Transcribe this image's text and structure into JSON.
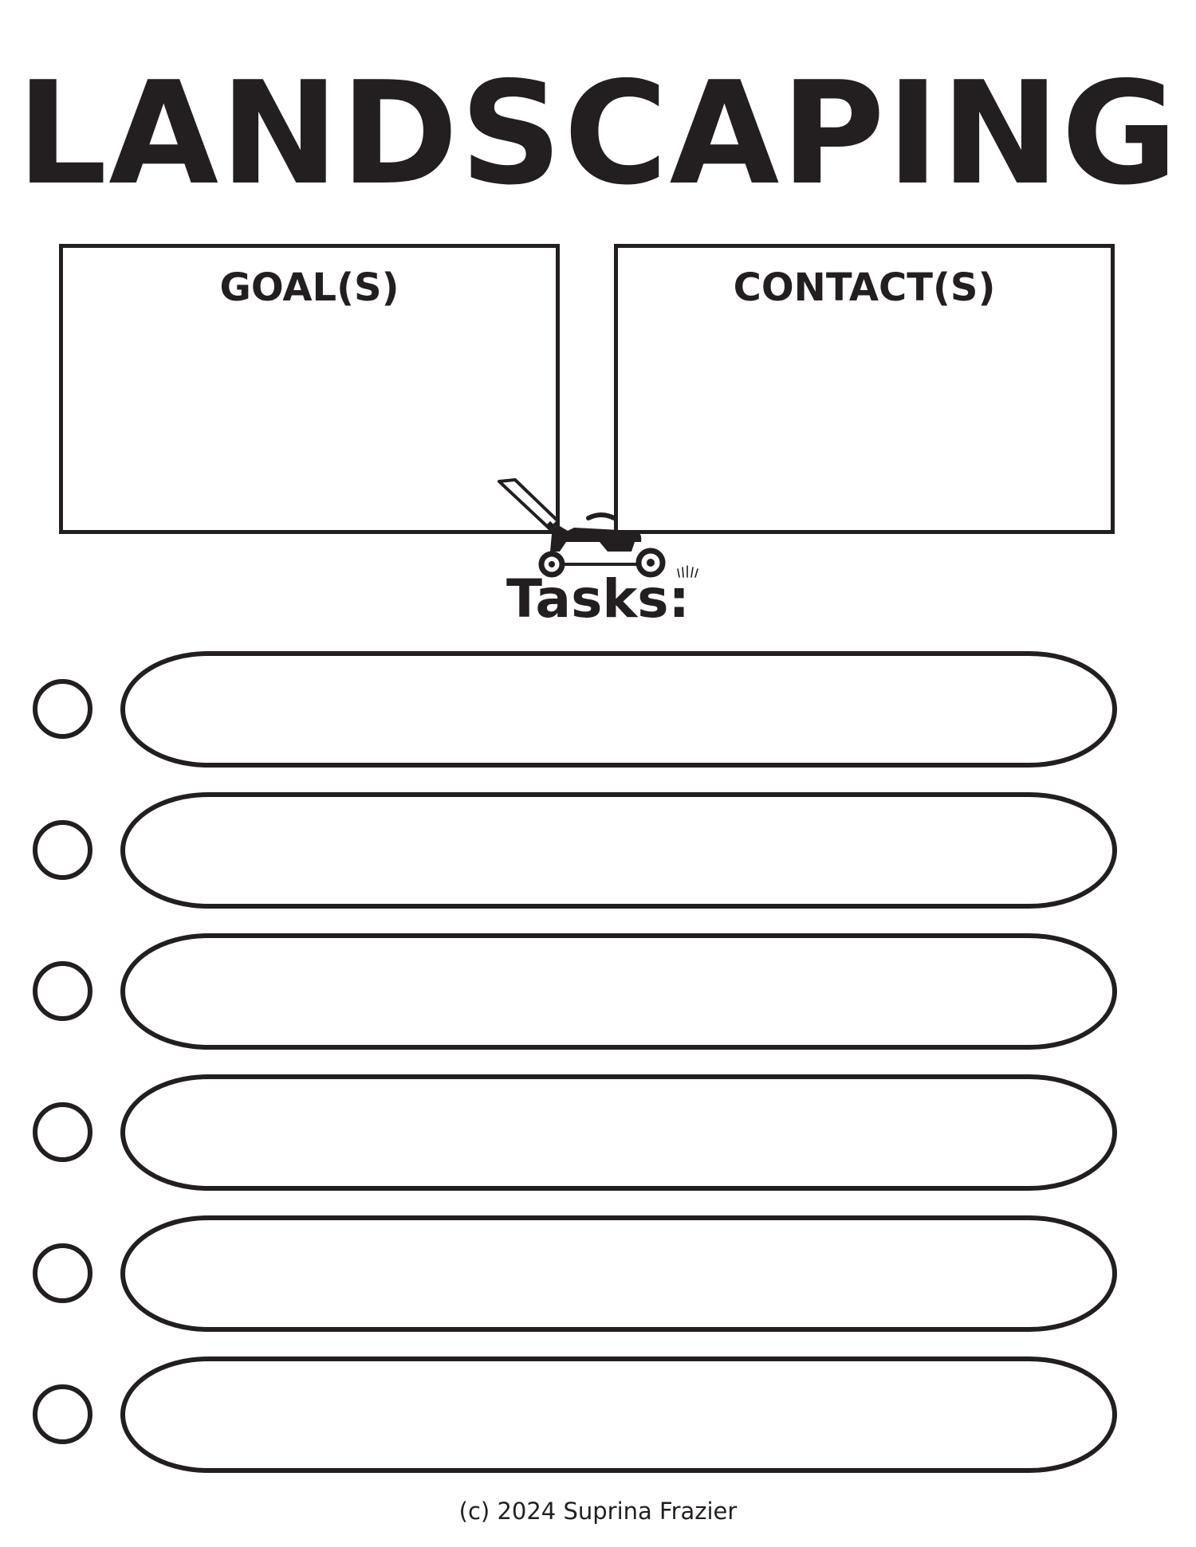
{
  "title": "LANDSCAPING",
  "goals": {
    "label": "GOAL(S)"
  },
  "contacts": {
    "label": "CONTACT(S)"
  },
  "illustration": {
    "icon": "lawn-mower-icon"
  },
  "tasks": {
    "heading": "Tasks:",
    "rows": [
      {
        "checked": false,
        "text": ""
      },
      {
        "checked": false,
        "text": ""
      },
      {
        "checked": false,
        "text": ""
      },
      {
        "checked": false,
        "text": ""
      },
      {
        "checked": false,
        "text": ""
      },
      {
        "checked": false,
        "text": ""
      }
    ]
  },
  "footer": {
    "copyright": "(c) 2024 Suprina Frazier"
  },
  "colors": {
    "ink": "#231f20",
    "paper": "#ffffff"
  }
}
